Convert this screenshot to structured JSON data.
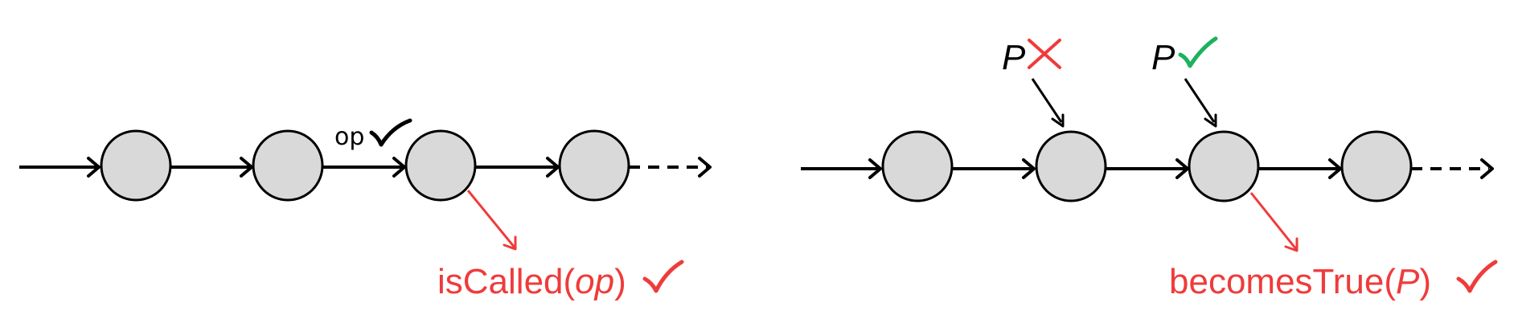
{
  "colors": {
    "node_fill": "#d9d9d9",
    "edge": "#000000",
    "highlight": "#ef3b3b",
    "check_green": "#1ab35b",
    "cross_red": "#ef3b3b"
  },
  "left": {
    "op_label": "op",
    "op_mark": "check-icon",
    "result": {
      "prefix": "isCalled(",
      "arg": "op",
      "suffix": ")",
      "mark": "check-icon"
    }
  },
  "right": {
    "annotations": [
      {
        "label": "P",
        "mark": "cross-icon"
      },
      {
        "label": "P",
        "mark": "check-icon"
      }
    ],
    "result": {
      "prefix": "becomesTrue(",
      "arg": "P",
      "suffix": ")",
      "mark": "check-icon"
    }
  }
}
